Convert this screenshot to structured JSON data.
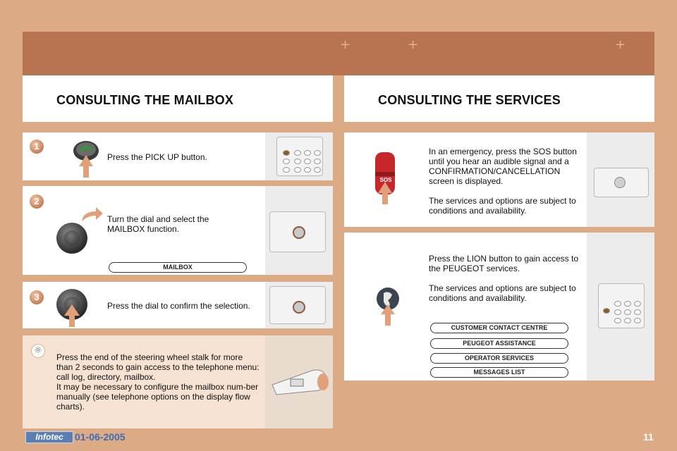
{
  "left_header": {
    "title": "CONSULTING THE MAILBOX"
  },
  "right_header": {
    "title": "CONSULTING THE SERVICES"
  },
  "steps": [
    {
      "number": "1",
      "text": "Press the PICK UP button."
    },
    {
      "number": "2",
      "text": "Turn the dial and select the\nMAILBOX function.",
      "menu_item": "MAILBOX"
    },
    {
      "number": "3",
      "text": "Press the dial to confirm the selection."
    }
  ],
  "tip": {
    "icon": "sun-icon",
    "text": "Press the end of the steering wheel stalk for more than 2 seconds to gain access to the telephone menu: call log, directory, mailbox.\nIt may be necessary to configure the mailbox num-ber manually (see telephone options on the display flow charts)."
  },
  "sos_panel": {
    "button_label": "SOS",
    "text": "In an emergency, press the SOS button until you hear an audible signal and a CONFIRMATION/CANCELLATION screen is displayed.\n\nThe services and options are subject to conditions and availability."
  },
  "lion_panel": {
    "text": "Press the LION button to gain access to the PEUGEOT services.\n\nThe services and options are subject to conditions and availability.",
    "menu_items": [
      "CUSTOMER CONTACT CENTRE",
      "PEUGEOT ASSISTANCE",
      "OPERATOR SERVICES",
      "MESSAGES LIST"
    ]
  },
  "footer": {
    "logo": "Infotec",
    "date": "01-06-2005",
    "page": "11"
  },
  "colors": {
    "background": "#dcaa84",
    "band": "#b87451",
    "accent_blue": "#3b6dbb",
    "sos_red": "#c7262a"
  }
}
